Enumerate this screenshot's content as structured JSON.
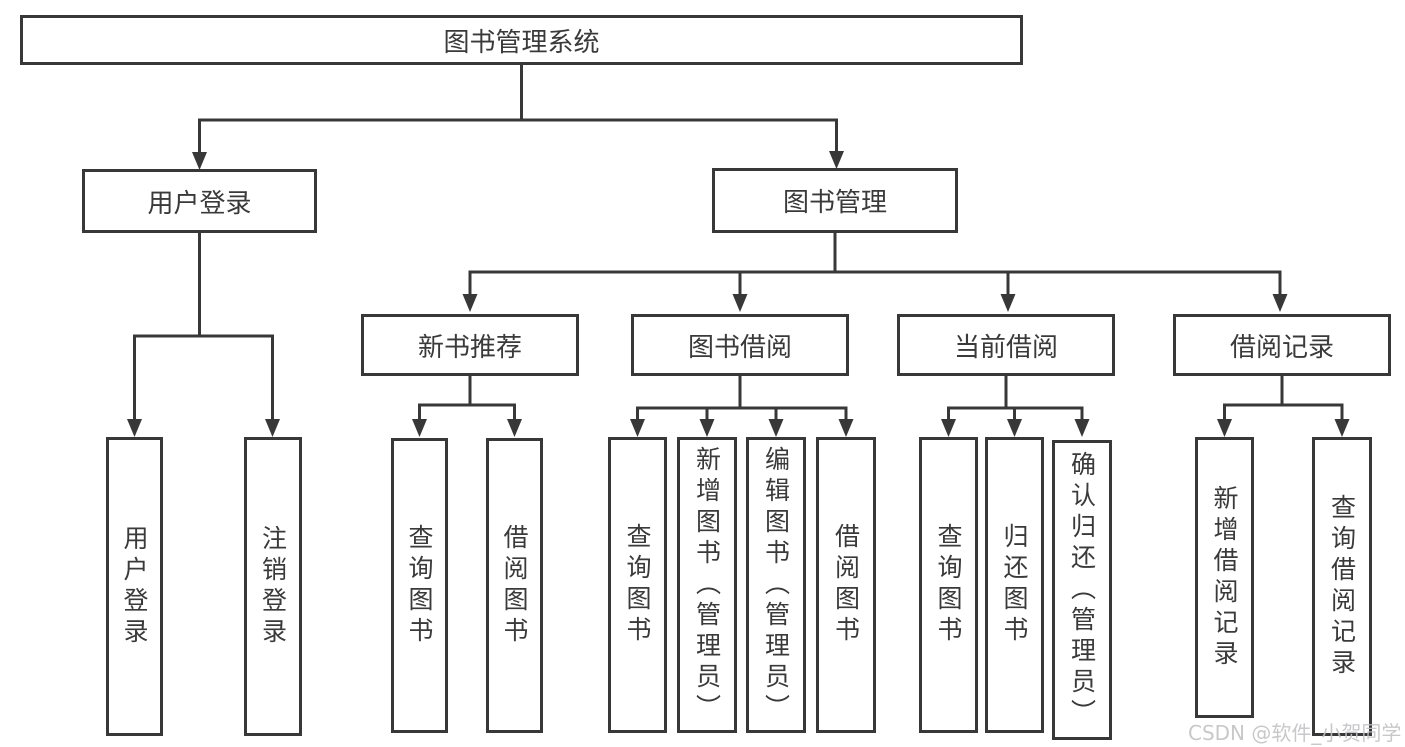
{
  "nodes": {
    "system": {
      "label": "图书管理系统"
    },
    "userLogin": {
      "label": "用户登录"
    },
    "bookMgmt": {
      "label": "图书管理"
    },
    "newBookRec": {
      "label": "新书推荐"
    },
    "bookBorrow": {
      "label": "图书借阅"
    },
    "currentBorrow": {
      "label": "当前借阅"
    },
    "borrowRecords": {
      "label": "借阅记录"
    },
    "loginLeaf": {
      "label": "用户登录"
    },
    "logoutLeaf": {
      "label": "注销登录"
    },
    "queryBooksA": {
      "label": "查询图书"
    },
    "borrowBooksA": {
      "label": "借阅图书"
    },
    "queryBooksB": {
      "label": "查询图书"
    },
    "addBooks": {
      "label": "新增图书（管理员）"
    },
    "editBooks": {
      "label": "编辑图书（管理员）"
    },
    "borrowBooksB": {
      "label": "借阅图书"
    },
    "queryBooksC": {
      "label": "查询图书"
    },
    "returnBooks": {
      "label": "归还图书"
    },
    "confirmReturn": {
      "label": "确认归还（管理员）"
    },
    "addBorrowRecord": {
      "label": "新增借阅记录"
    },
    "queryBorrowRecord": {
      "label": "查询借阅记录"
    }
  },
  "hierarchy": {
    "图书管理系统": {
      "用户登录": [
        "用户登录",
        "注销登录"
      ],
      "图书管理": {
        "新书推荐": [
          "查询图书",
          "借阅图书"
        ],
        "图书借阅": [
          "查询图书",
          "新增图书（管理员）",
          "编辑图书（管理员）",
          "借阅图书"
        ],
        "当前借阅": [
          "查询图书",
          "归还图书",
          "确认归还（管理员）"
        ],
        "借阅记录": [
          "新增借阅记录",
          "查询借阅记录"
        ]
      }
    }
  },
  "watermark": {
    "text": "CSDN @软件_小贺同学"
  },
  "colors": {
    "line": "#383838",
    "text": "#3a3a3a",
    "watermark": "#c3c3c6",
    "background": "#ffffff"
  }
}
